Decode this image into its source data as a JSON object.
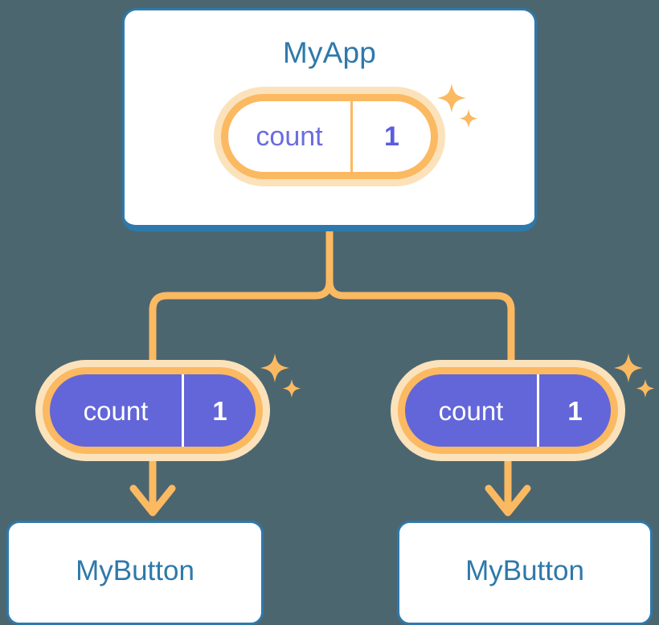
{
  "diagram": {
    "title_text": "MyApp",
    "background_color": "#4c6670",
    "accent_orange": "#fbb961",
    "accent_orange_soft": "#fbe2bb",
    "accent_blue": "#2e79ab",
    "accent_purple": "#6366d8",
    "card_fill": "#ffffff"
  },
  "root": {
    "name": "MyApp",
    "state": {
      "key_label": "count",
      "value_label": "1"
    },
    "sparkle_name": "sparkle-icon"
  },
  "children": [
    {
      "name": "MyButton",
      "state": {
        "key_label": "count",
        "value_label": "1"
      },
      "sparkle_name": "sparkle-icon"
    },
    {
      "name": "MyButton",
      "state": {
        "key_label": "count",
        "value_label": "1"
      },
      "sparkle_name": "sparkle-icon"
    }
  ],
  "connectors": {
    "trunk_name": "state-flow-trunk",
    "branch_left_name": "state-flow-branch-left",
    "branch_right_name": "state-flow-branch-right",
    "arrow_left_name": "state-flow-arrow-left",
    "arrow_right_name": "state-flow-arrow-right"
  }
}
